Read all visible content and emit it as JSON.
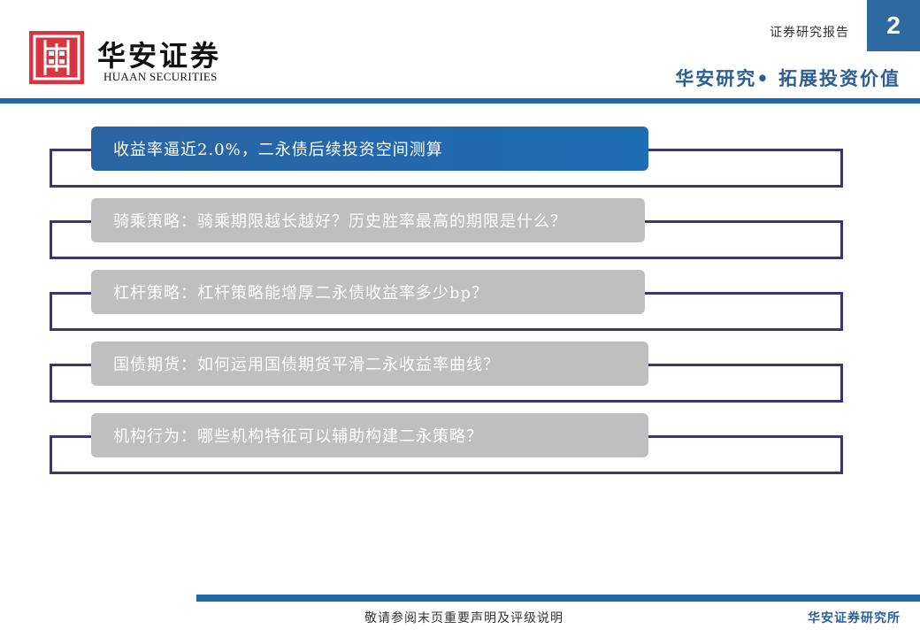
{
  "header": {
    "brand_cn": "华安证券",
    "brand_en": "HUAAN SECURITIES",
    "report_type": "证券研究报告",
    "page_number": "2",
    "slogan": "华安研究• 拓展投资价值"
  },
  "colors": {
    "brand_red": "#d9343f",
    "brand_blue": "#1f67a6",
    "active_pill": "#1e6db4",
    "inactive_pill": "#bfbfbf",
    "frame_line": "#3b3570",
    "slogan_text": "#2c5f93"
  },
  "agenda": {
    "items": [
      {
        "label": "收益率逼近2.0%，二永债后续投资空间测算",
        "active": true
      },
      {
        "label": "骑乘策略：骑乘期限越长越好？历史胜率最高的期限是什么？",
        "active": false
      },
      {
        "label": "杠杆策略：杠杆策略能增厚二永债收益率多少bp？",
        "active": false
      },
      {
        "label": "国债期货：如何运用国债期货平滑二永收益率曲线？",
        "active": false
      },
      {
        "label": "机构行为：哪些机构特征可以辅助构建二永策略？",
        "active": false
      }
    ]
  },
  "footer": {
    "disclaimer": "敬请参阅末页重要声明及评级说明",
    "institute": "华安证券研究所"
  }
}
